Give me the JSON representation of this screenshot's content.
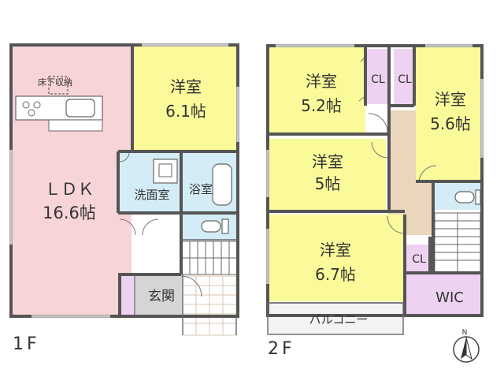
{
  "colors": {
    "ldk": "#f7d4d8",
    "yellow": "#fafa9a",
    "blue": "#d3ecf5",
    "cl": "#edd3f1",
    "hall": "#ead5bd",
    "entry": "#d5d5d5",
    "balcony": "#f3f3f3",
    "wall": "#555555"
  },
  "floor1": {
    "label": "1F",
    "rooms": {
      "ldk_name": "ＬＤＫ",
      "ldk_size": "16.6帖",
      "underfloor_storage": "床下収納",
      "western_name": "洋室",
      "western_size": "6.1帖",
      "washroom": "洗面室",
      "bathroom": "浴室",
      "entrance": "玄関"
    }
  },
  "floor2": {
    "label": "2F",
    "rooms": {
      "western_a_name": "洋室",
      "western_a_size": "5.2帖",
      "western_b_name": "洋室",
      "western_b_size": "5.6帖",
      "western_c_name": "洋室",
      "western_c_size": "5帖",
      "western_d_name": "洋室",
      "western_d_size": "6.7帖",
      "cl_1": "CL",
      "cl_2": "CL",
      "cl_3": "CL",
      "wic": "WIC",
      "balcony": "バルコニー"
    }
  },
  "compass": {
    "north": "N",
    "icon": "north-arrow-icon"
  }
}
